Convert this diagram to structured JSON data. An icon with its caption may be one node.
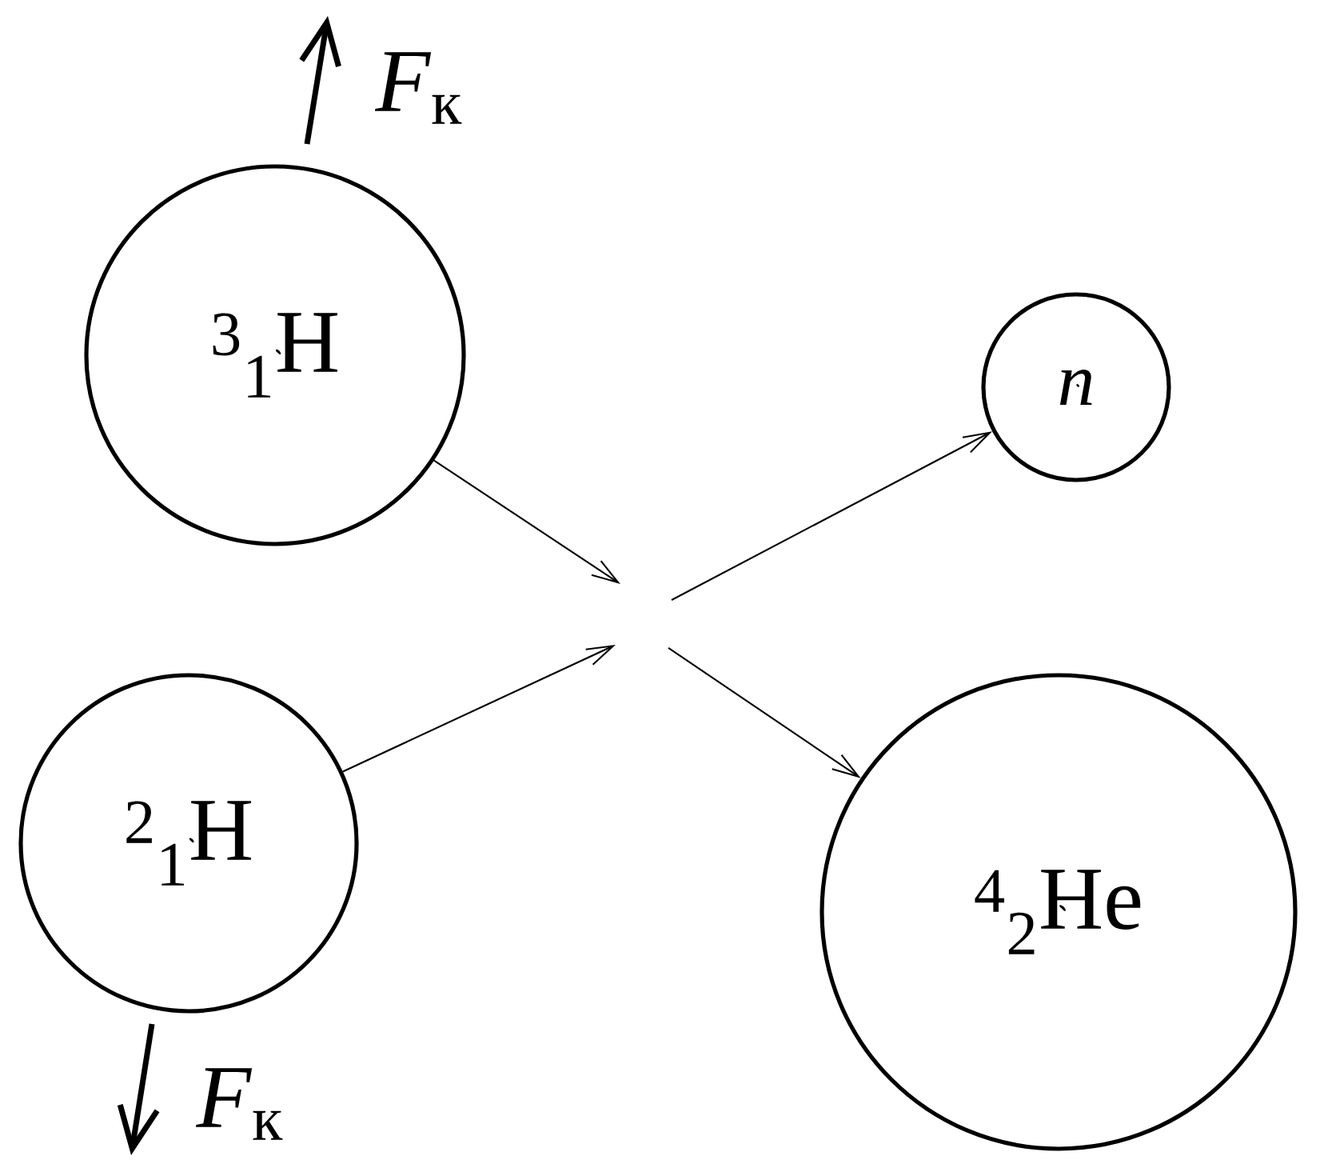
{
  "diagram": {
    "nodes": [
      {
        "text": [
          "$^{3}$$_{1}$H"
        ]
      },
      {
        "text": [
          "$^{2}$$_{1}$H"
        ]
      },
      {
        "text": [
          "*n*"
        ]
      },
      {
        "text": [
          "$^{4}$$_{2}$He"
        ]
      }
    ],
    "edges": [
      {
        "from": 0,
        "to": null,
        "arrow": "to"
      },
      {
        "from": 1,
        "to": null,
        "arrow": "to"
      },
      {
        "from": null,
        "to": 2,
        "arrow": "to"
      },
      {
        "from": null,
        "to": 3,
        "arrow": "to"
      }
    ],
    "labels": [
      "*F*$_{к}$",
      "*F*$_{к}$"
    ]
  }
}
